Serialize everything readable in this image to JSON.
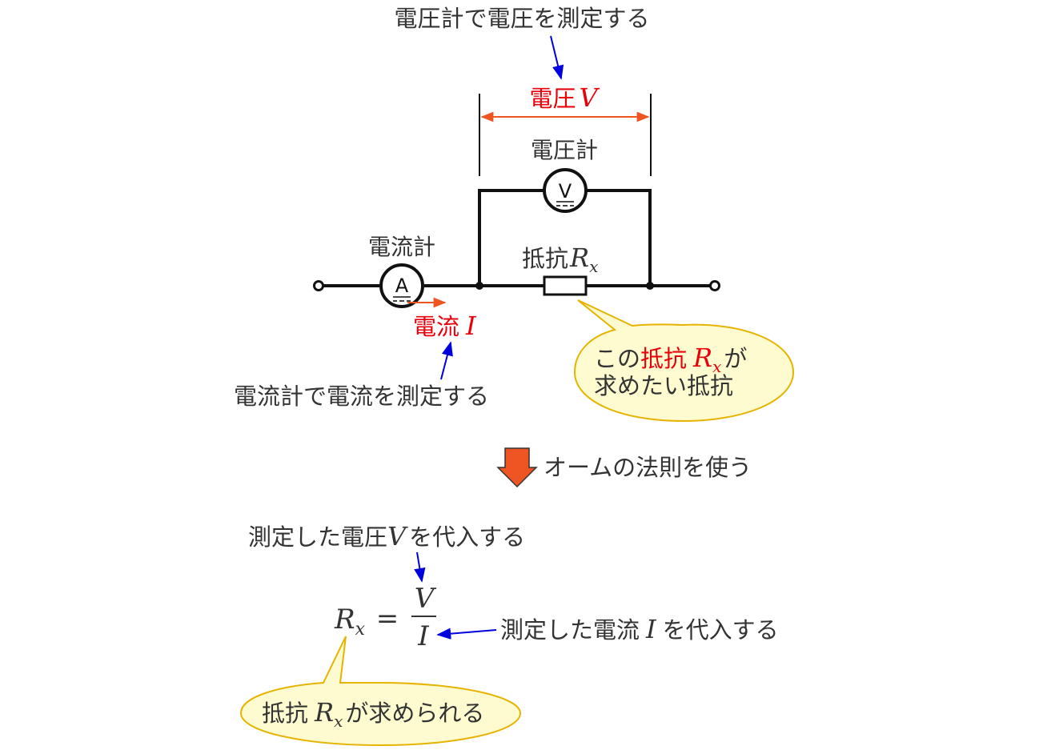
{
  "colors": {
    "wire": "#111111",
    "label_text": "#333333",
    "emphasis_red": "#e8000b",
    "dimension_arrow": "#ee5522",
    "pointer_arrow": "#0000dd",
    "callout_fill": "#fffbd0",
    "callout_border": "#e6b400",
    "down_arrow_fill": "#ee5522"
  },
  "annotations": {
    "measure_voltage": "電圧計で電圧を測定する",
    "measure_current": "電流計で電流を測定する"
  },
  "circuit": {
    "voltmeter_label": "電圧計",
    "voltmeter_symbol": "V",
    "ammeter_label": "電流計",
    "ammeter_symbol": "A",
    "voltage_label": "電圧",
    "voltage_var": "V",
    "current_label": "電流",
    "current_var": "I",
    "resistor_label": "抵抗",
    "resistor_var": "R",
    "resistor_sub": "x"
  },
  "callout_resistor": {
    "line1_prefix": "この",
    "line1_red": "抵抗",
    "line1_var": "R",
    "line1_sub": "x",
    "line1_suffix": "が",
    "line2": "求めたい抵抗"
  },
  "step": {
    "ohm_law": "オームの法則を使う"
  },
  "formula": {
    "lhs_var": "R",
    "lhs_sub": "x",
    "equals": "=",
    "numerator": "V",
    "denominator": "I",
    "note_voltage_prefix": "測定した電圧",
    "note_voltage_var": "V",
    "note_voltage_suffix": "を代入する",
    "note_current_prefix": "測定した電流",
    "note_current_var": "I",
    "note_current_suffix": "を代入する"
  },
  "callout_result": {
    "prefix": "抵抗",
    "var": "R",
    "sub": "x",
    "suffix": "が求められる"
  }
}
